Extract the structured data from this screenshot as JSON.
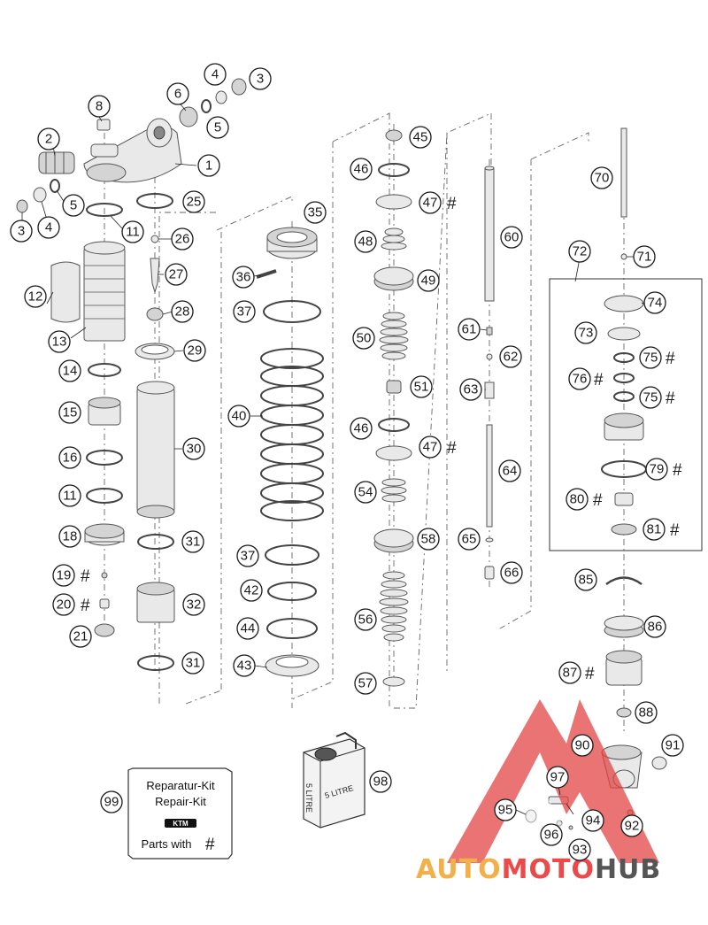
{
  "kit": {
    "line1": "Reparatur-Kit",
    "line2": "Repair-Kit",
    "brand": "KTM",
    "line3": "Parts with",
    "hash": "#"
  },
  "can": {
    "text": "5 LITRE",
    "side": "5 LITRE"
  },
  "watermark": {
    "part1": "AUTO",
    "part2": "MOTO",
    "part3": "HUB",
    "color1": "#f2b04a",
    "color2": "#ea4a4a",
    "color3": "#555555"
  },
  "labels": {
    "l1": "1",
    "l2": "2",
    "l3a": "3",
    "l3b": "3",
    "l4a": "4",
    "l4b": "4",
    "l5a": "5",
    "l5b": "5",
    "l6": "6",
    "l8": "8",
    "l11a": "11",
    "l11b": "11",
    "l12": "12",
    "l13": "13",
    "l14": "14",
    "l15": "15",
    "l16": "16",
    "l18": "18",
    "l19": "19",
    "l20": "20",
    "l21": "21",
    "l25": "25",
    "l26": "26",
    "l27": "27",
    "l28": "28",
    "l29": "29",
    "l30": "30",
    "l31a": "31",
    "l31b": "31",
    "l32": "32",
    "l35": "35",
    "l36": "36",
    "l37a": "37",
    "l37b": "37",
    "l40": "40",
    "l42": "42",
    "l43": "43",
    "l44": "44",
    "l45": "45",
    "l46a": "46",
    "l46b": "46",
    "l47a": "47",
    "l47b": "47",
    "l48": "48",
    "l49": "49",
    "l50": "50",
    "l51": "51",
    "l54": "54",
    "l56": "56",
    "l57": "57",
    "l58": "58",
    "l60": "60",
    "l61": "61",
    "l62": "62",
    "l63": "63",
    "l64": "64",
    "l65": "65",
    "l66": "66",
    "l70": "70",
    "l71": "71",
    "l72": "72",
    "l73": "73",
    "l74": "74",
    "l75a": "75",
    "l75b": "75",
    "l76": "76",
    "l79": "79",
    "l80": "80",
    "l81": "81",
    "l85": "85",
    "l86": "86",
    "l87": "87",
    "l88": "88",
    "l90": "90",
    "l91": "91",
    "l92": "92",
    "l93": "93",
    "l94": "94",
    "l95": "95",
    "l96": "96",
    "l97": "97",
    "l98": "98",
    "l99": "99"
  },
  "hash": "#"
}
